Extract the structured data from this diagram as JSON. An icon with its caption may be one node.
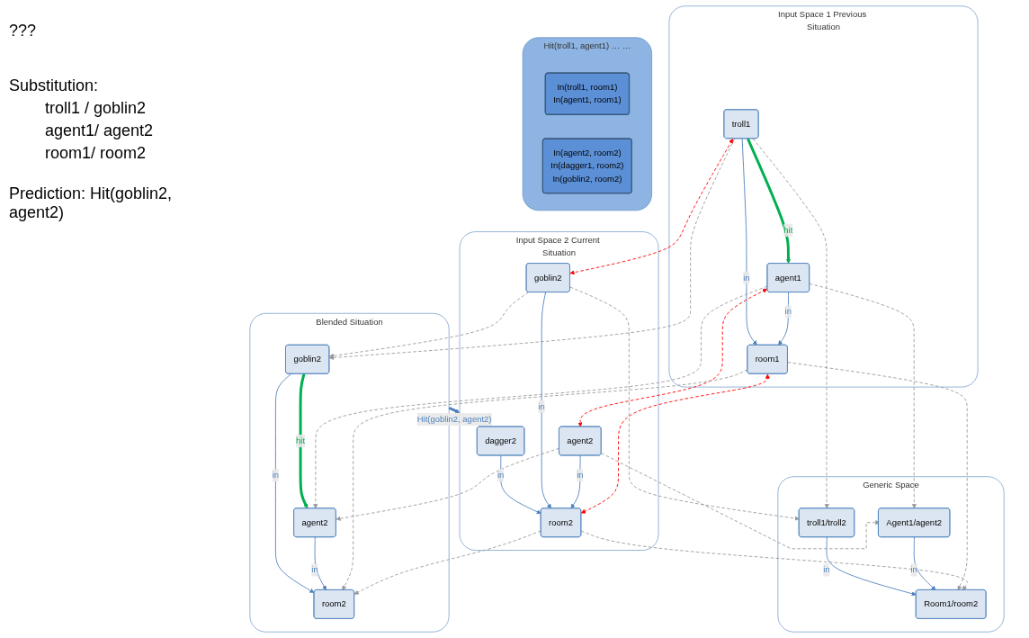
{
  "diagram": {
    "nodes": [
      {
        "text": [
          "Hit(troll1, agent1)",
          "…",
          "…"
        ]
      },
      {
        "text": [
          "In(troll1, room1)",
          "In(agent1, room1)"
        ],
        "in": 0
      },
      {
        "text": [
          "In(agent2, room2)",
          "In(dagger1, room2)",
          "In(goblin2, room2)"
        ],
        "in": 0
      },
      {
        "text": [
          "Generic Space"
        ]
      },
      {
        "text": [
          "troll1/troll2"
        ],
        "in": 3
      },
      {
        "text": [
          "Agent1/agent2"
        ],
        "in": 3
      },
      {
        "text": [
          "Room1/room2"
        ],
        "in": 3
      },
      {
        "text": [
          "Input Space 1",
          "Previous Situation"
        ]
      },
      {
        "text": [
          "troll1"
        ],
        "in": 7
      },
      {
        "text": [
          "agent1"
        ],
        "in": 7
      },
      {
        "text": [
          "room1"
        ],
        "in": 7
      },
      {
        "text": [
          "Input Space 2",
          "Current Situation"
        ]
      },
      {
        "text": [
          "dagger2"
        ],
        "in": 11
      },
      {
        "text": [
          "goblin2"
        ],
        "in": 11
      },
      {
        "text": [
          "agent2"
        ],
        "in": 11
      },
      {
        "text": [
          "room2"
        ],
        "in": 11
      },
      {
        "text": [
          "Blended Situation"
        ]
      },
      {
        "text": [
          "goblin2"
        ],
        "in": 16
      },
      {
        "text": [
          "agent2"
        ],
        "in": 16
      },
      {
        "text": [
          "room2"
        ],
        "in": 16
      }
    ],
    "edges": [
      {
        "from": 4,
        "to": 6,
        "arrow": "to",
        "label": "in",
        "color": "#4f81bd"
      },
      {
        "from": 5,
        "to": 6,
        "arrow": "to",
        "label": "in",
        "color": "#4f81bd"
      },
      {
        "from": 8,
        "to": 9,
        "arrow": "to",
        "label": "hit",
        "style": "thick",
        "color": "#00b050"
      },
      {
        "from": 8,
        "to": 10,
        "arrow": "to",
        "label": "in",
        "color": "#4f81bd"
      },
      {
        "from": 9,
        "to": 10,
        "arrow": "to",
        "label": "in",
        "color": "#4f81bd"
      },
      {
        "from": 12,
        "to": 15,
        "arrow": "to",
        "label": "in",
        "color": "#4f81bd"
      },
      {
        "from": 13,
        "to": 15,
        "arrow": "to",
        "label": "in",
        "color": "#4f81bd"
      },
      {
        "from": 14,
        "to": 15,
        "arrow": "to",
        "label": "in",
        "color": "#4f81bd"
      },
      {
        "from": 17,
        "to": 18,
        "arrow": "to",
        "label": "hit",
        "style": "thick",
        "color": "#00b050"
      },
      {
        "from": 17,
        "to": 19,
        "arrow": "to",
        "label": "in",
        "color": "#4f81bd"
      },
      {
        "from": 18,
        "to": 19,
        "arrow": "to",
        "label": "in",
        "color": "#4f81bd"
      },
      {
        "from": 8,
        "to": 13,
        "arrow": "both",
        "style": "dashed",
        "color": "#ff0000"
      },
      {
        "from": 9,
        "to": 14,
        "arrow": "both",
        "style": "dashed",
        "color": "#ff0000"
      },
      {
        "from": 10,
        "to": 15,
        "arrow": "both",
        "style": "dashed",
        "color": "#ff0000"
      },
      {
        "from": 8,
        "to": 4,
        "arrow": "to",
        "style": "dashed"
      },
      {
        "from": 9,
        "to": 5,
        "arrow": "to",
        "style": "dashed"
      },
      {
        "from": 10,
        "to": 6,
        "arrow": "to",
        "style": "dashed"
      },
      {
        "from": 13,
        "to": 4,
        "arrow": "to",
        "style": "dashed"
      },
      {
        "from": 14,
        "to": 5,
        "arrow": "to",
        "style": "dashed"
      },
      {
        "from": 15,
        "to": 6,
        "arrow": "to",
        "style": "dashed"
      },
      {
        "from": 8,
        "to": 17,
        "arrow": "to",
        "style": "dashed"
      },
      {
        "from": 9,
        "to": 18,
        "arrow": "to",
        "style": "dashed"
      },
      {
        "from": 10,
        "to": 19,
        "arrow": "to",
        "style": "dashed"
      },
      {
        "from": 13,
        "to": 17,
        "arrow": "to",
        "style": "dashed"
      },
      {
        "from": 14,
        "to": 18,
        "arrow": "to",
        "style": "dashed"
      },
      {
        "from": 15,
        "to": 19,
        "arrow": "to",
        "style": "dashed"
      },
      {
        "from": 16,
        "to": 11,
        "arrow": "to",
        "label": "Hit(goblin2, agent2)",
        "style": "thick",
        "color": "#4f81bd"
      }
    ],
    "labels": [
      "???",
      "Substitution:",
      "troll1 / goblin2",
      "agent1/ agent2",
      "room1/ room2",
      "Prediction: Hit(goblin2, agent2)"
    ]
  }
}
